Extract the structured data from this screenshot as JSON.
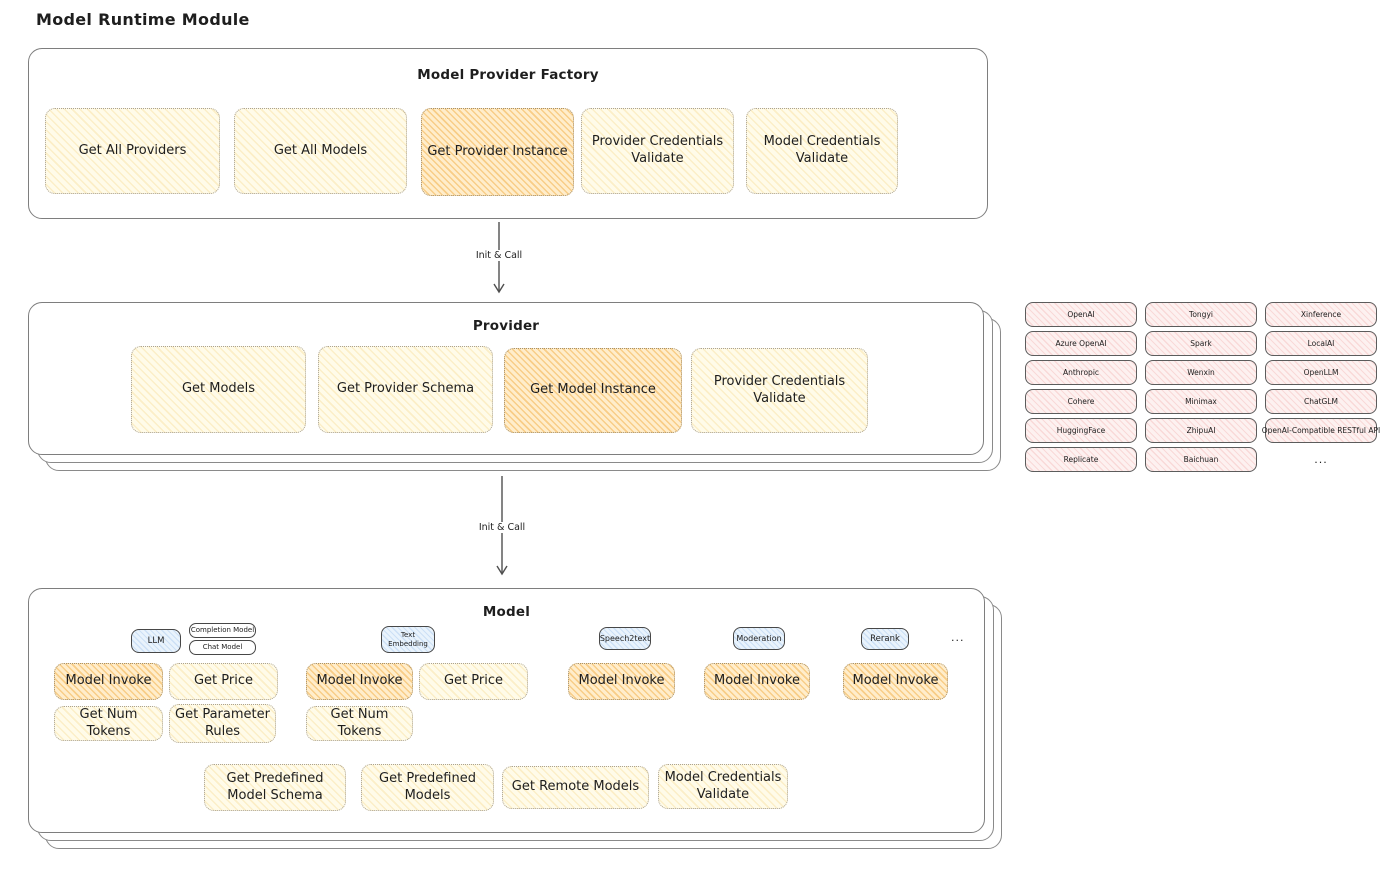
{
  "page": {
    "title": "Model Runtime Module"
  },
  "factory": {
    "title": "Model Provider Factory",
    "items": [
      {
        "label": "Get All Providers",
        "highlight": false
      },
      {
        "label": "Get All Models",
        "highlight": false
      },
      {
        "label": "Get Provider Instance",
        "highlight": true
      },
      {
        "label": "Provider Credentials Validate",
        "highlight": false
      },
      {
        "label": "Model Credentials Validate",
        "highlight": false
      }
    ]
  },
  "arrows": {
    "init_call_1": "Init & Call",
    "init_call_2": "Init & Call"
  },
  "provider": {
    "title": "Provider",
    "items": [
      {
        "label": "Get Models",
        "highlight": false
      },
      {
        "label": "Get Provider Schema",
        "highlight": false
      },
      {
        "label": "Get Model Instance",
        "highlight": true
      },
      {
        "label": "Provider Credentials Validate",
        "highlight": false
      }
    ]
  },
  "providers": {
    "items": [
      "OpenAI",
      "Tongyi",
      "Xinference",
      "Azure OpenAI",
      "Spark",
      "LocalAI",
      "Anthropic",
      "Wenxin",
      "OpenLLM",
      "Cohere",
      "Minimax",
      "ChatGLM",
      "HuggingFace",
      "ZhipuAI",
      "OpenAI-Compatible RESTful API",
      "Replicate",
      "Baichuan"
    ],
    "more": "..."
  },
  "model": {
    "title": "Model",
    "tags": {
      "llm": "LLM",
      "completion": "Completion Model",
      "chat": "Chat Model",
      "text_embedding": "Text Embedding",
      "speech2text": "Speech2text",
      "moderation": "Moderation",
      "rerank": "Rerank",
      "more": "..."
    },
    "llm_actions": {
      "invoke": "Model Invoke",
      "get_price": "Get Price",
      "get_num_tokens": "Get Num Tokens",
      "get_parameter_rules": "Get Parameter Rules"
    },
    "embedding_actions": {
      "invoke": "Model Invoke",
      "get_price": "Get Price",
      "get_num_tokens": "Get Num Tokens"
    },
    "speech2text_actions": {
      "invoke": "Model Invoke"
    },
    "moderation_actions": {
      "invoke": "Model Invoke"
    },
    "rerank_actions": {
      "invoke": "Model Invoke"
    },
    "common_actions": {
      "get_predefined_model_schema": "Get Predefined Model Schema",
      "get_predefined_models": "Get Predefined Models",
      "get_remote_models": "Get Remote Models",
      "model_credentials_validate": "Model Credentials Validate"
    }
  },
  "colors": {
    "node_yellow": "#fffbe9",
    "node_orange_highlight": "#ffedcb",
    "node_pink": "#fdf1f0",
    "node_blue": "#e9f3fc",
    "container_border": "#7e7e7e",
    "text": "#1e1e1e"
  }
}
